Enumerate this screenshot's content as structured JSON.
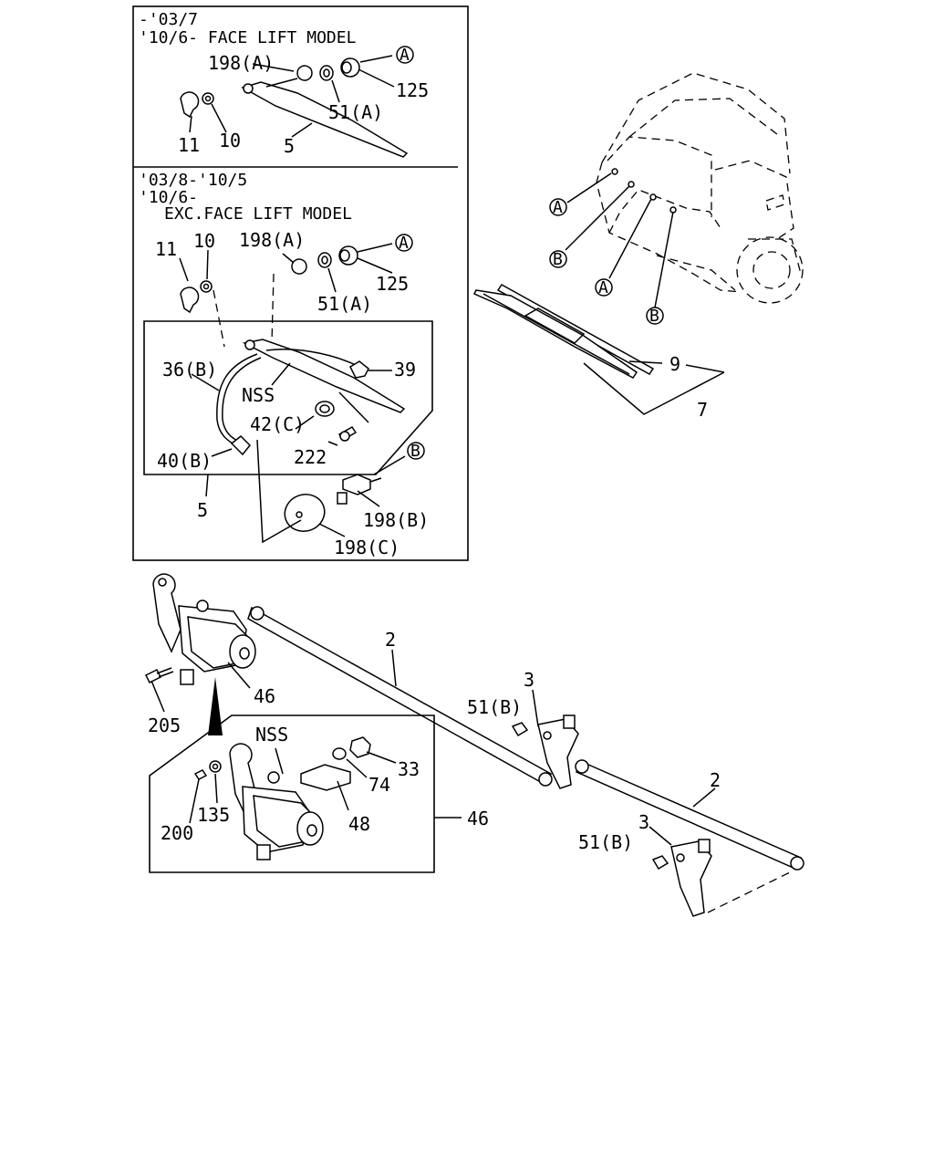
{
  "insets": {
    "top": {
      "header1": "-'03/7",
      "header2": "'10/6- FACE LIFT MODEL"
    },
    "middle": {
      "header1": "'03/8-'10/5",
      "header2": "'10/6-",
      "header3": "EXC.FACE LIFT MODEL"
    }
  },
  "labels": {
    "p198a_top": "198(A)",
    "p125_top": "125",
    "p51a_top": "51(A)",
    "p11_top": "11",
    "p10_top": "10",
    "p5_top": "5",
    "p11_mid": "11",
    "p10_mid": "10",
    "p198a_mid": "198(A)",
    "p125_mid": "125",
    "p51a_mid": "51(A)",
    "p36b": "36(B)",
    "nss_mid": "NSS",
    "p39": "39",
    "p42c": "42(C)",
    "p222": "222",
    "p40b": "40(B)",
    "p5_mid": "5",
    "p198b": "198(B)",
    "p198c": "198(C)",
    "p9": "9",
    "p7": "7",
    "p2a": "2",
    "p2b": "2",
    "p46_top": "46",
    "p205": "205",
    "p3a": "3",
    "p51b_a": "51(B)",
    "p3b": "3",
    "p51b_b": "51(B)",
    "nss_low": "NSS",
    "p33": "33",
    "p74": "74",
    "p48": "48",
    "p135": "135",
    "p200": "200",
    "p46_box": "46"
  },
  "callouts": {
    "a1": "A",
    "a2": "A",
    "a3": "A",
    "a4": "A",
    "b1": "B",
    "b2": "B",
    "b3": "B"
  }
}
